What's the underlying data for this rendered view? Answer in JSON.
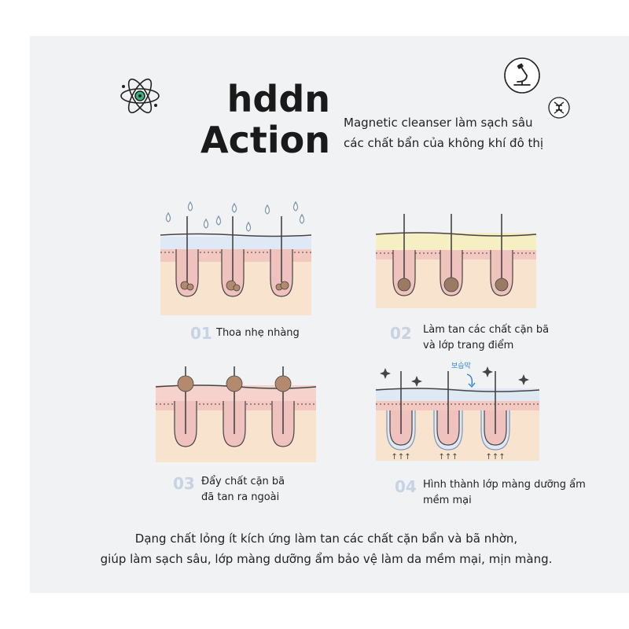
{
  "header": {
    "title_line1": "hddn",
    "title_line2": "Action",
    "subtitle_line1": "Magnetic cleanser làm sạch sâu",
    "subtitle_line2": "các chất bẩn của không khí đô thị"
  },
  "icons": [
    "atom-icon",
    "microscope-icon",
    "dna-icon"
  ],
  "steps": [
    {
      "number": "01",
      "label_line1": "Thoa nhẹ nhàng",
      "label_line2": ""
    },
    {
      "number": "02",
      "label_line1": "Làm tan các chất cặn bã",
      "label_line2": "và lớp trang điểm"
    },
    {
      "number": "03",
      "label_line1": "Đẩy chất cặn bã",
      "label_line2": "đã tan ra ngoài"
    },
    {
      "number": "04",
      "label_line1": "Hình thành lớp màng dưỡng ẩm",
      "label_line2": "mềm mại"
    }
  ],
  "annotation": "보습막",
  "footer": {
    "line1": "Dạng chất lỏng ít kích ứng làm tan các chất cặn bẩn và bã nhờn,",
    "line2": "giúp làm sạch sâu, lớp màng dưỡng ẩm bảo vệ làm da mềm mại, mịn màng."
  },
  "colors": {
    "background": "#f1f2f4",
    "skin": "#f8e3cf",
    "dermis_pink": "#f3c8c0",
    "surface_yellow": "#f6efc4",
    "surface_blue": "#dfe9f5",
    "step_number": "#c6d3e3",
    "annotation_blue": "#2d7fd8"
  }
}
